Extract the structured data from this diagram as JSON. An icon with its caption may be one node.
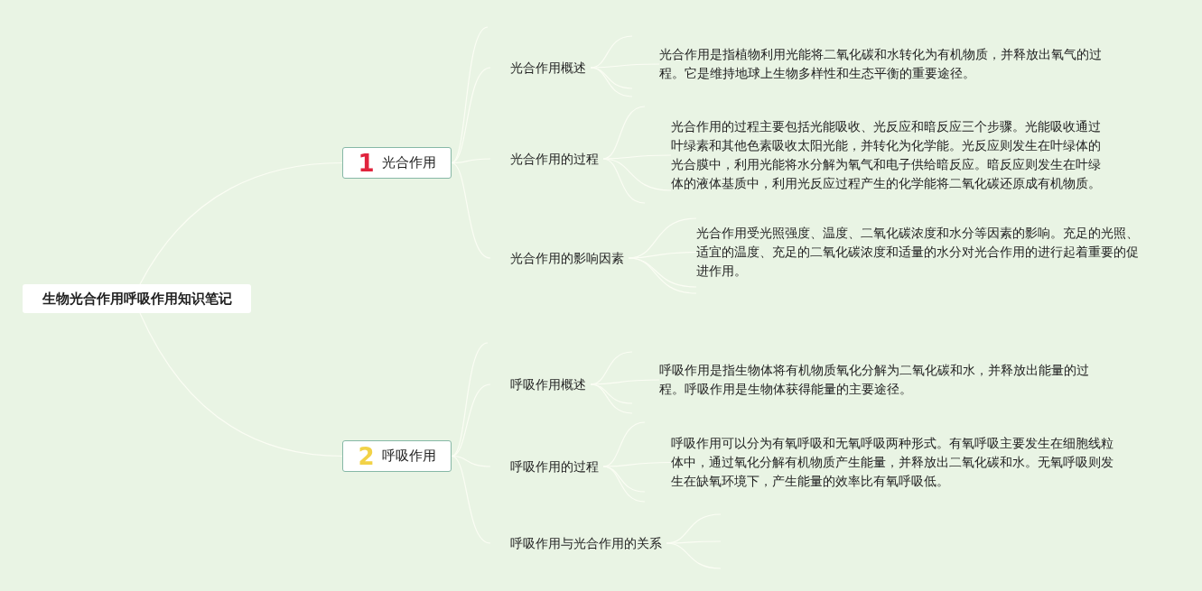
{
  "diagram": {
    "nodes": [
      {
        "text": [
          "生物光合作用呼吸作用知识笔记"
        ]
      },
      {
        "text": [
          "1",
          "光合作用"
        ]
      },
      {
        "text": [
          "光合作用概述"
        ]
      },
      {
        "text": [
          "光合作用是指植物利用光能将二氧化碳和水转化为有机物质，并释放出氧气的过程。它是维持地球上生物多样性和生态平衡的重要途径。"
        ]
      },
      {
        "text": [
          "光合作用的过程"
        ]
      },
      {
        "text": [
          "光合作用的过程主要包括光能吸收、光反应和暗反应三个步骤。光能吸收通过叶绿素和其他色素吸收太阳光能，并转化为化学能。光反应则发生在叶绿体的光合膜中，利用光能将水分解为氧气和电子供给暗反应。暗反应则发生在叶绿体的液体基质中，利用光反应过程产生的化学能将二氧化碳还原成有机物质。"
        ]
      },
      {
        "text": [
          "光合作用的影响因素"
        ]
      },
      {
        "text": [
          "光合作用受光照强度、温度、二氧化碳浓度和水分等因素的影响。充足的光照、适宜的温度、充足的二氧化碳浓度和适量的水分对光合作用的进行起着重要的促进作用。"
        ]
      },
      {
        "text": [
          "2",
          "呼吸作用"
        ]
      },
      {
        "text": [
          "呼吸作用概述"
        ]
      },
      {
        "text": [
          "呼吸作用是指生物体将有机物质氧化分解为二氧化碳和水，并释放出能量的过程。呼吸作用是生物体获得能量的主要途径。"
        ]
      },
      {
        "text": [
          "呼吸作用的过程"
        ]
      },
      {
        "text": [
          "呼吸作用可以分为有氧呼吸和无氧呼吸两种形式。有氧呼吸主要发生在细胞线粒体中，通过氧化分解有机物质产生能量，并释放出二氧化碳和水。无氧呼吸则发生在缺氧环境下，产生能量的效率比有氧呼吸低。"
        ]
      },
      {
        "text": [
          "呼吸作用与光合作用的关系"
        ]
      }
    ],
    "edges": [
      {
        "from": 0,
        "to": 1,
        "arrow": "none"
      },
      {
        "from": 0,
        "to": 8,
        "arrow": "none"
      },
      {
        "from": 1,
        "to": null,
        "arrow": "none"
      },
      {
        "from": 1,
        "to": 2,
        "arrow": "none"
      },
      {
        "from": 1,
        "to": 4,
        "arrow": "none"
      },
      {
        "from": 1,
        "to": 6,
        "arrow": "none"
      },
      {
        "from": 8,
        "to": null,
        "arrow": "none"
      },
      {
        "from": 8,
        "to": 9,
        "arrow": "none"
      },
      {
        "from": 8,
        "to": 11,
        "arrow": "none"
      },
      {
        "from": 8,
        "to": 13,
        "arrow": "none"
      },
      {
        "from": 2,
        "to": null,
        "arrow": "none"
      },
      {
        "from": 2,
        "to": 3,
        "arrow": "none"
      },
      {
        "from": 2,
        "to": null,
        "arrow": "none"
      },
      {
        "from": 2,
        "to": null,
        "arrow": "none"
      },
      {
        "from": 4,
        "to": null,
        "arrow": "none"
      },
      {
        "from": 4,
        "to": 5,
        "arrow": "none"
      },
      {
        "from": 4,
        "to": 5,
        "arrow": "none"
      },
      {
        "from": 4,
        "to": null,
        "arrow": "none"
      },
      {
        "from": 6,
        "to": 7,
        "arrow": "none"
      },
      {
        "from": 6,
        "to": 7,
        "arrow": "none"
      },
      {
        "from": 6,
        "to": 7,
        "arrow": "none"
      },
      {
        "from": 6,
        "to": 7,
        "arrow": "none"
      },
      {
        "from": 9,
        "to": null,
        "arrow": "none"
      },
      {
        "from": 9,
        "to": 10,
        "arrow": "none"
      },
      {
        "from": 9,
        "to": null,
        "arrow": "none"
      },
      {
        "from": 9,
        "to": null,
        "arrow": "none"
      },
      {
        "from": 11,
        "to": null,
        "arrow": "none"
      },
      {
        "from": 11,
        "to": 12,
        "arrow": "none"
      },
      {
        "from": 11,
        "to": null,
        "arrow": "none"
      },
      {
        "from": 11,
        "to": null,
        "arrow": "none"
      },
      {
        "from": 13,
        "to": null,
        "arrow": "none"
      },
      {
        "from": 13,
        "to": null,
        "arrow": "none"
      },
      {
        "from": 13,
        "to": null,
        "arrow": "none"
      }
    ]
  }
}
